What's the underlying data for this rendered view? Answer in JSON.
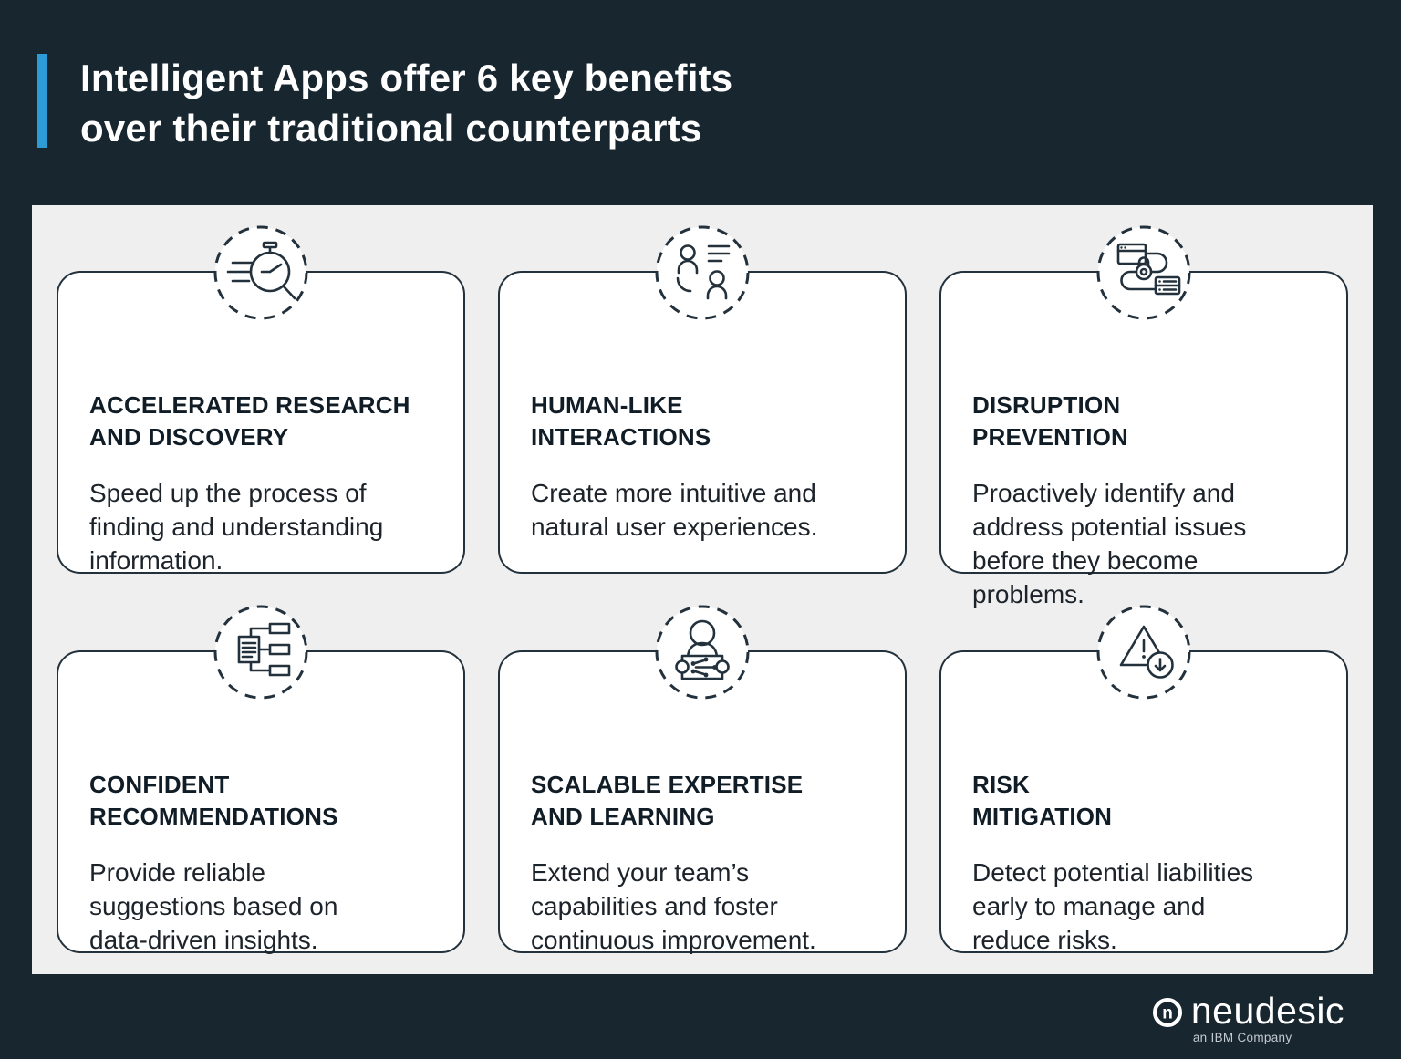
{
  "colors": {
    "background_dark": "#18262F",
    "panel_gray": "#EFEFEF",
    "accent_blue": "#2C9BD6",
    "card_border": "#22313C",
    "text_dark": "#101C26"
  },
  "header": {
    "title": "Intelligent Apps offer 6 key benefits\nover their traditional counterparts"
  },
  "cards": [
    {
      "icon": "stopwatch-search-icon",
      "title": "ACCELERATED RESEARCH\nAND DISCOVERY",
      "body": "Speed up the process of\nfinding and understanding\ninformation."
    },
    {
      "icon": "people-interaction-icon",
      "title": "HUMAN-LIKE\nINTERACTIONS",
      "body": "Create more intuitive and\nnatural user experiences."
    },
    {
      "icon": "secure-pipeline-icon",
      "title": "DISRUPTION\nPREVENTION",
      "body": "Proactively identify and\naddress potential issues\nbefore they become\nproblems."
    },
    {
      "icon": "decision-tree-icon",
      "title": "CONFIDENT\nRECOMMENDATIONS",
      "body": "Provide reliable\nsuggestions based on\ndata-driven insights."
    },
    {
      "icon": "person-network-icon",
      "title": "SCALABLE EXPERTISE\nAND LEARNING",
      "body": "Extend your team’s\ncapabilities and foster\ncontinuous improvement."
    },
    {
      "icon": "warning-arrow-icon",
      "title": "RISK\nMITIGATION",
      "body": "Detect potential liabilities\nearly to manage and\nreduce risks."
    }
  ],
  "footer": {
    "brand": "neudesic",
    "tagline": "an IBM Company"
  }
}
